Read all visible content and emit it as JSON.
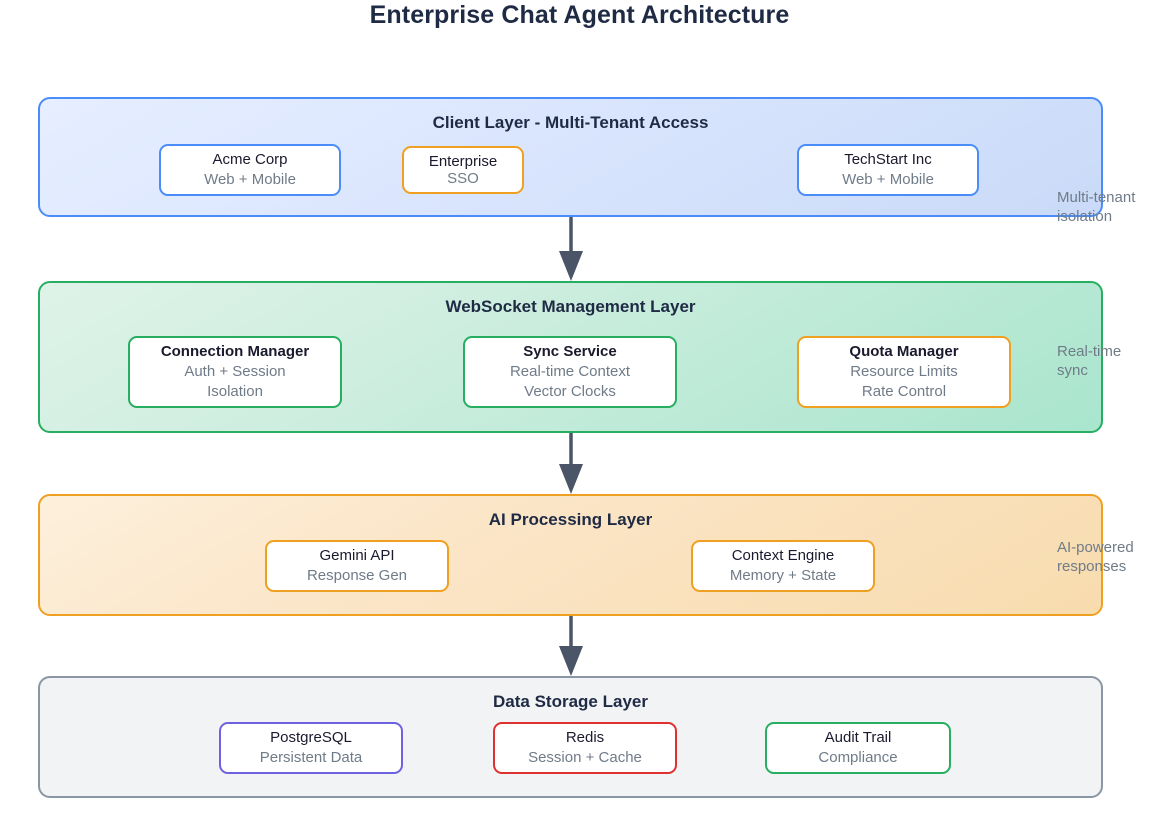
{
  "title": "Enterprise Chat Agent Architecture",
  "colors": {
    "title_text": "#1f2a44",
    "client_border": "#4b8df8",
    "websocket_border": "#27ae60",
    "ai_border": "#f0a020",
    "data_border": "#8a96a3",
    "postgres_border": "#6e62e0",
    "redis_border": "#e03131",
    "audit_border": "#27ae60",
    "arrow": "#4a5568",
    "subtitle_text": "#707b88"
  },
  "layers": [
    {
      "id": "client",
      "title": "Client Layer - Multi-Tenant Access",
      "side_note": "Multi-tenant\nisolation",
      "nodes": [
        {
          "id": "acme",
          "title": "Acme Corp",
          "sub": "Web + Mobile",
          "border": "blue",
          "bold": false
        },
        {
          "id": "enterprise",
          "title": "Enterprise",
          "sub": "SSO",
          "border": "orange",
          "bold": false
        },
        {
          "id": "techstart",
          "title": "TechStart Inc",
          "sub": "Web + Mobile",
          "border": "blue",
          "bold": false
        }
      ]
    },
    {
      "id": "websocket",
      "title": "WebSocket Management Layer",
      "side_note": "Real-time\nsync",
      "nodes": [
        {
          "id": "connection",
          "title": "Connection Manager",
          "sub": "Auth + Session",
          "sub2": "Isolation",
          "border": "green",
          "bold": true
        },
        {
          "id": "sync",
          "title": "Sync Service",
          "sub": "Real-time Context",
          "sub2": "Vector Clocks",
          "border": "green",
          "bold": true
        },
        {
          "id": "quota",
          "title": "Quota Manager",
          "sub": "Resource Limits",
          "sub2": "Rate Control",
          "border": "orange",
          "bold": true
        }
      ]
    },
    {
      "id": "ai",
      "title": "AI Processing Layer",
      "side_note": "AI-powered\nresponses",
      "nodes": [
        {
          "id": "gemini",
          "title": "Gemini API",
          "sub": "Response Gen",
          "border": "orange",
          "bold": false
        },
        {
          "id": "context",
          "title": "Context Engine",
          "sub": "Memory + State",
          "border": "orange",
          "bold": false
        }
      ]
    },
    {
      "id": "data",
      "title": "Data Storage Layer",
      "side_note": "",
      "nodes": [
        {
          "id": "postgres",
          "title": "PostgreSQL",
          "sub": "Persistent Data",
          "border": "purple",
          "bold": false
        },
        {
          "id": "redis",
          "title": "Redis",
          "sub": "Session + Cache",
          "border": "red",
          "bold": false
        },
        {
          "id": "audit",
          "title": "Audit Trail",
          "sub": "Compliance",
          "border": "green",
          "bold": false
        }
      ]
    }
  ],
  "connectors": [
    {
      "id": "client-to-websocket",
      "from": "client",
      "to": "websocket"
    },
    {
      "id": "websocket-to-ai",
      "from": "websocket",
      "to": "ai"
    },
    {
      "id": "ai-to-data",
      "from": "ai",
      "to": "data"
    }
  ]
}
